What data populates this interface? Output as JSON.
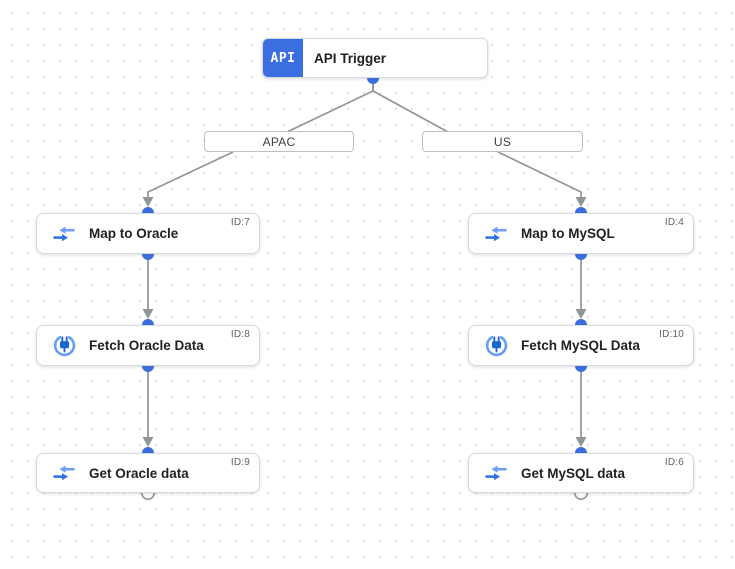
{
  "trigger": {
    "badge": "API",
    "label": "API Trigger"
  },
  "edge_labels": {
    "left": "APAC",
    "right": "US"
  },
  "branches": {
    "left": [
      {
        "label": "Map to Oracle",
        "id": "ID:7",
        "icon": "data-mapping-icon"
      },
      {
        "label": "Fetch Oracle Data",
        "id": "ID:8",
        "icon": "connectors-icon"
      },
      {
        "label": "Get Oracle data",
        "id": "ID:9",
        "icon": "data-mapping-icon"
      }
    ],
    "right": [
      {
        "label": "Map to MySQL",
        "id": "ID:4",
        "icon": "data-mapping-icon"
      },
      {
        "label": "Fetch MySQL Data",
        "id": "ID:10",
        "icon": "connectors-icon"
      },
      {
        "label": "Get MySQL data",
        "id": "ID:6",
        "icon": "data-mapping-icon"
      }
    ]
  },
  "colors": {
    "accent_blue": "#3b6ee0",
    "icon_blue_dark": "#3172e7",
    "icon_blue_light": "#6d9df5",
    "connector_ring": "#669df6",
    "connector_plug": "#1967d2",
    "edge_gray": "#8f959a",
    "node_border": "#d6d9dd",
    "grid_dot": "#e0e0e0"
  }
}
